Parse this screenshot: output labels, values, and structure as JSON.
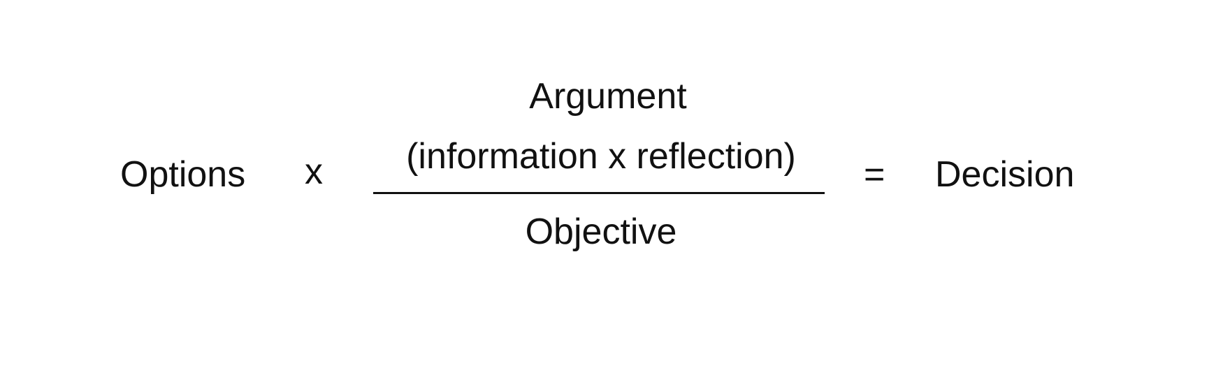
{
  "equation": {
    "left_term": "Options",
    "operator_times": "x",
    "fraction": {
      "numerator_line1": "Argument",
      "numerator_line2": "(information x reflection)",
      "denominator": "Objective"
    },
    "operator_equals": "=",
    "result": "Decision"
  }
}
